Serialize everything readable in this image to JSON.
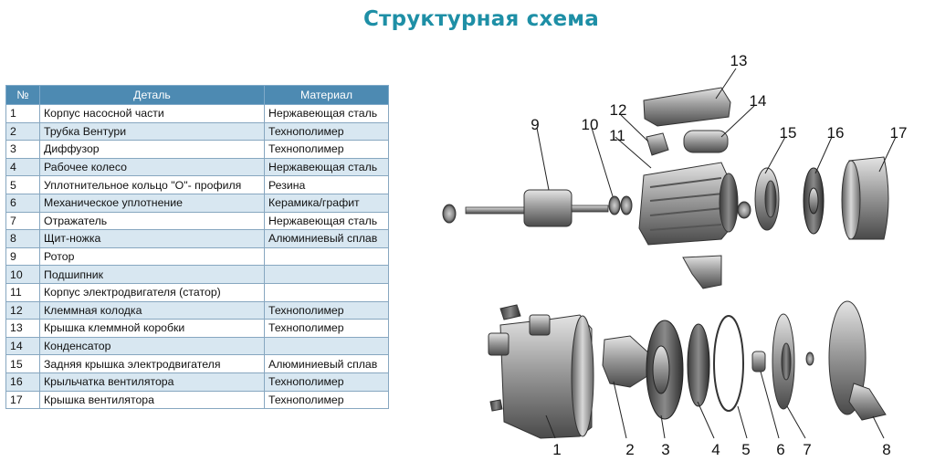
{
  "title": "Структурная схема",
  "table": {
    "headers": [
      "№",
      "Деталь",
      "Материал"
    ],
    "rows": [
      [
        "1",
        "Корпус насосной части",
        "Нержавеющая сталь"
      ],
      [
        "2",
        "Трубка Вентури",
        "Технополимер"
      ],
      [
        "3",
        "Диффузор",
        "Технополимер"
      ],
      [
        "4",
        "Рабочее колесо",
        "Нержавеющая сталь"
      ],
      [
        "5",
        "Уплотнительное кольцо \"О\"- профиля",
        "Резина"
      ],
      [
        "6",
        "Механическое уплотнение",
        "Керамика/графит"
      ],
      [
        "7",
        "Отражатель",
        "Нержавеющая сталь"
      ],
      [
        "8",
        "Щит-ножка",
        "Алюминиевый сплав"
      ],
      [
        "9",
        "Ротор",
        ""
      ],
      [
        "10",
        "Подшипник",
        ""
      ],
      [
        "11",
        "Корпус электродвигателя (статор)",
        ""
      ],
      [
        "12",
        "Клеммная колодка",
        "Технополимер"
      ],
      [
        "13",
        "Крышка клеммной коробки",
        "Технополимер"
      ],
      [
        "14",
        "Конденсатор",
        ""
      ],
      [
        "15",
        "Задняя крышка электродвигателя",
        "Алюминиевый сплав"
      ],
      [
        "16",
        "Крыльчатка вентилятора",
        "Технополимер"
      ],
      [
        "17",
        "Крышка вентилятора",
        "Технополимер"
      ]
    ]
  },
  "diagram": {
    "callouts": [
      "1",
      "2",
      "3",
      "4",
      "5",
      "6",
      "7",
      "8",
      "9",
      "10",
      "11",
      "12",
      "13",
      "14",
      "15",
      "16",
      "17"
    ]
  }
}
